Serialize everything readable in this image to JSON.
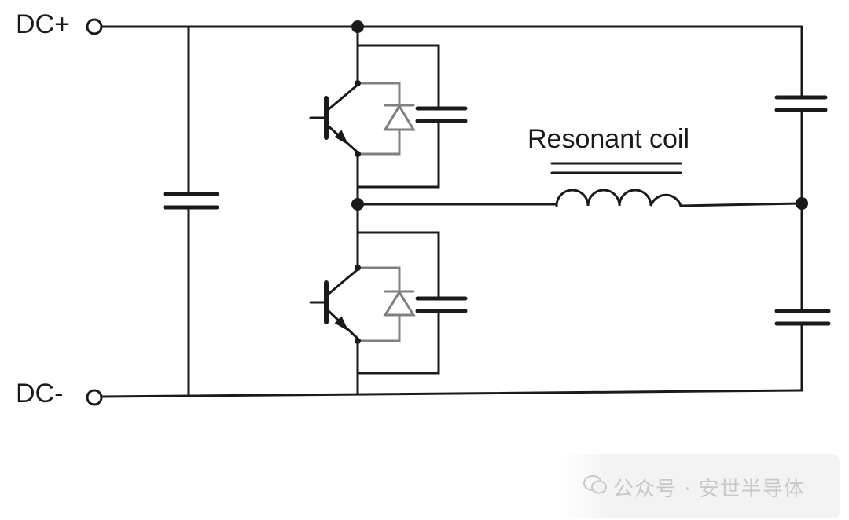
{
  "labels": {
    "dc_plus": "DC+",
    "dc_minus": "DC-",
    "resonant_coil": "Resonant coil"
  },
  "watermark": {
    "text": "公众号 · 安世半导体"
  },
  "colors": {
    "wire": "#1a1a1a",
    "device": "#3a3a3a",
    "diode_loop": "#7f7f7f",
    "watermark": "#c8c8c8"
  }
}
